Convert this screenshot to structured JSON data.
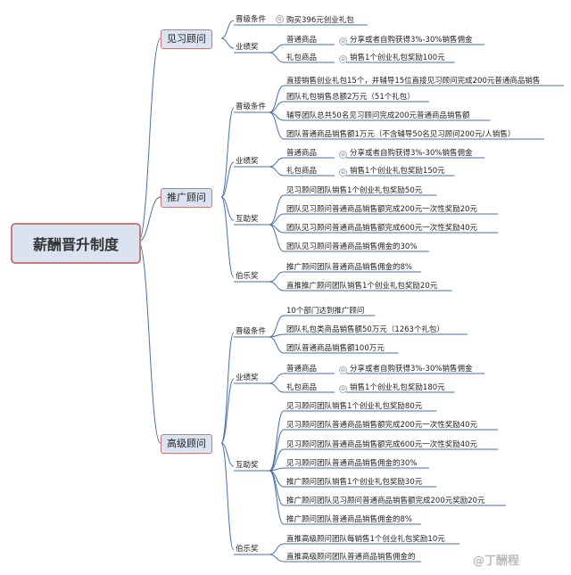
{
  "root": {
    "title": "薪酬晋升制度"
  },
  "levels": [
    {
      "name": "见习顾问",
      "groups": [
        {
          "name": "晋级条件",
          "items": [
            {
              "text": "购买396元创业礼包"
            }
          ]
        },
        {
          "name": "业绩奖",
          "items": [
            {
              "text": "普通商品",
              "detail": "分享或者自购获得3%-30%销售佣金"
            },
            {
              "text": "礼包商品",
              "detail": "销售1个创业礼包奖励100元"
            }
          ]
        }
      ]
    },
    {
      "name": "推广顾问",
      "groups": [
        {
          "name": "晋级条件",
          "items": [
            {
              "text": "直接销售创业礼包15个，并辅导15位直接见习顾问完成200元普通商品销售"
            },
            {
              "text": "团队礼包销售总额2万元（51个礼包）"
            },
            {
              "text": "辅导团队总共50名见习顾问完成200元普通商品销售额"
            },
            {
              "text": "团队普通商品销售额1万元（不含辅导50名见习顾问200元/人销售）"
            }
          ]
        },
        {
          "name": "业绩奖",
          "items": [
            {
              "text": "普通商品",
              "detail": "分享或者自购获得3%-30%销售佣金"
            },
            {
              "text": "礼包商品",
              "detail": "销售1个创业礼包奖励150元"
            }
          ]
        },
        {
          "name": "互助奖",
          "items": [
            {
              "text": "见习顾问团队销售1个创业礼包奖励50元"
            },
            {
              "text": "团队见习顾问普通商品销售额完成200元一次性奖励20元"
            },
            {
              "text": "团队见习顾问普通商品销售额完成600元一次性奖励40元"
            },
            {
              "text": "团队见习顾问普通商品销售佣金的30%"
            }
          ]
        },
        {
          "name": "伯乐奖",
          "items": [
            {
              "text": "推广顾问团队普通商品销售佣金的8%"
            },
            {
              "text": "直推推广顾问团队销售1个创业礼包奖励20元"
            }
          ]
        }
      ]
    },
    {
      "name": "高级顾问",
      "groups": [
        {
          "name": "晋级条件",
          "items": [
            {
              "text": "10个部门达到推广顾问"
            },
            {
              "text": "团队礼包类商品销售额50万元（1263个礼包）"
            },
            {
              "text": "团队普通商品销售额100万元"
            }
          ]
        },
        {
          "name": "业绩奖",
          "items": [
            {
              "text": "普通商品",
              "detail": "分享或者自购获得3%-30%销售佣金"
            },
            {
              "text": "礼包商品",
              "detail": "销售1个创业礼包奖励180元"
            }
          ]
        },
        {
          "name": "互助奖",
          "items": [
            {
              "text": "见习顾问团队销售1个创业礼包奖励80元"
            },
            {
              "text": "见习顾问团队普通商品销售额完成200元一次性奖励40元"
            },
            {
              "text": "见习顾问团队普通商品销售额完成600元一次性奖励40元"
            },
            {
              "text": "见习顾问团队普通商品销售佣金的30%"
            },
            {
              "text": "推广顾问团队销售1个创业礼包奖励30元"
            },
            {
              "text": "推广顾问团队见习顾问普通商品销售额完成200元奖励20元"
            },
            {
              "text": "推广顾问团队普通商品销售佣金的8%"
            }
          ]
        },
        {
          "name": "伯乐奖",
          "items": [
            {
              "text": "直推高级顾问团队每销售1个创业礼包奖励10元"
            },
            {
              "text": "直推高级顾问团队普通商品销售佣金的"
            }
          ]
        }
      ]
    }
  ],
  "watermark": "@丁酬程"
}
